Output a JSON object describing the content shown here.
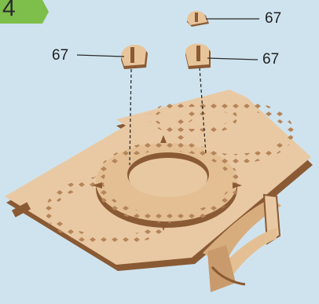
{
  "step": {
    "number": "4"
  },
  "callouts": [
    {
      "label": "67"
    },
    {
      "label": "67"
    },
    {
      "label": "67"
    }
  ],
  "colors": {
    "background": "#cfe3ee",
    "step_badge": "#7dbf4a",
    "wood_light": "#e9c9a3",
    "wood_mid": "#d8ad7e",
    "wood_dark": "#8a5a34",
    "leader_line": "#2a2a2a"
  }
}
